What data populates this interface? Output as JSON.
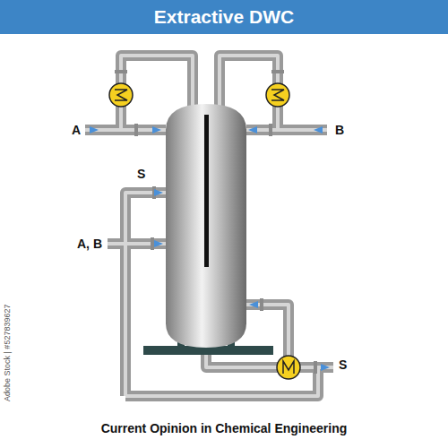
{
  "diagram": {
    "title": "Extractive DWC",
    "caption": "Current Opinion in Chemical Engineering",
    "labels": [
      "A",
      "B",
      "S",
      "A, B",
      "S",
      "Adobe Stock | #527839627"
    ]
  }
}
